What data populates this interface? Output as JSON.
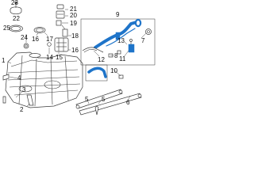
{
  "callouts": {
    "c1": "1",
    "c2": "2",
    "c3": "3",
    "c4": "4",
    "c5": "5",
    "c6": "6",
    "c7": "7",
    "c8": "8",
    "c9": "9",
    "c10": "10",
    "c11": "11",
    "c12": "12",
    "c13": "13",
    "c14": "14",
    "c15": "15",
    "c16": "16",
    "c17": "17",
    "c18": "18",
    "c19": "19",
    "c20": "20",
    "c21": "21",
    "c22": "22",
    "c23": "23",
    "c24": "24",
    "c25": "25"
  },
  "colors": {
    "highlight": "#1e74c9",
    "line": "#3a3a3a",
    "background": "#ffffff"
  }
}
